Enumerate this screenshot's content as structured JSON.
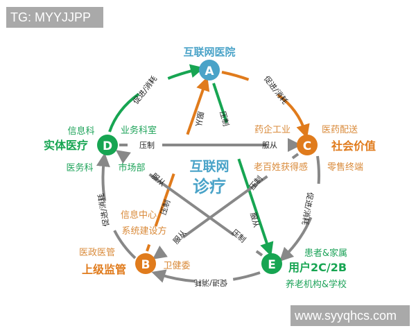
{
  "watermarks": {
    "top_left": "TG: MYYJJPP",
    "bottom_right": "www.syyqhcs.com"
  },
  "colors": {
    "blue": "#4aa3c8",
    "green": "#17a552",
    "orange": "#e07b1c",
    "gray": "#888888"
  },
  "center": {
    "line1": "互联网",
    "line2": "诊疗"
  },
  "nodes": {
    "A": {
      "letter": "A",
      "title": "互联网医院"
    },
    "B": {
      "letter": "B",
      "title": "上级监管",
      "tags": [
        "医政医管",
        "卫健委",
        "信息中心",
        "系统建设方"
      ]
    },
    "C": {
      "letter": "C",
      "title": "社会价值",
      "tags": [
        "药企工业",
        "医药配送",
        "老百姓获得感",
        "零售终端"
      ]
    },
    "D": {
      "letter": "D",
      "title": "实体医疗",
      "tags": [
        "信息科",
        "业务科室",
        "医务科",
        "市场部"
      ]
    },
    "E": {
      "letter": "E",
      "title": "用户2C/2B",
      "tags": [
        "患者&家属",
        "养老机构&学校"
      ]
    }
  },
  "edges": {
    "promote": "促进/消耗",
    "obey": "服从",
    "suppress": "压制"
  }
}
